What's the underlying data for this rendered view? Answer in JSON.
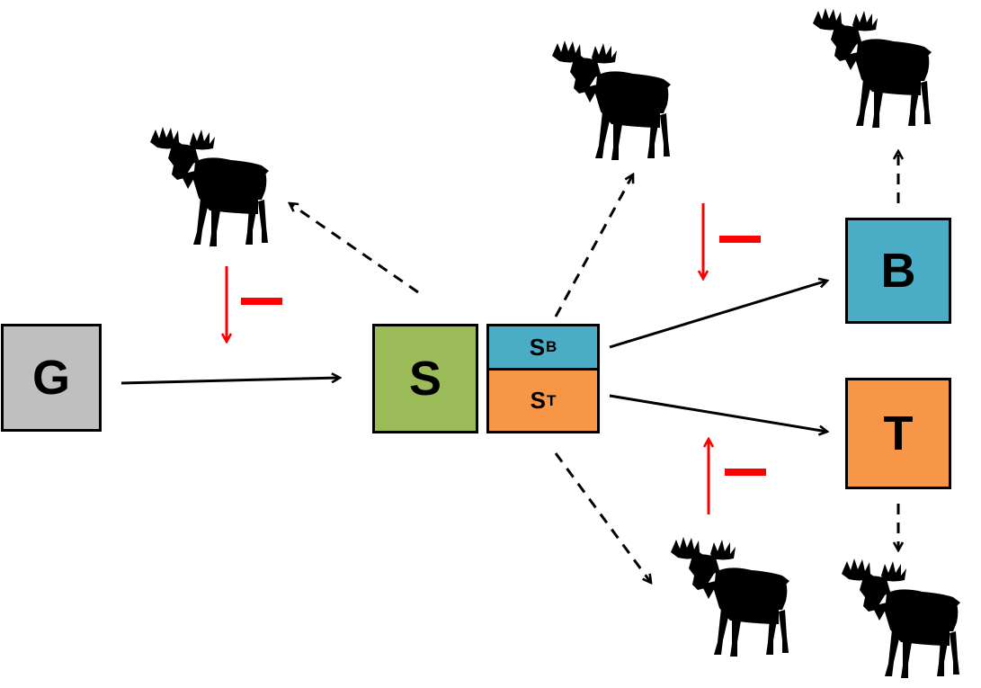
{
  "colors": {
    "G": "#bfbfbf",
    "S": "#9bbb59",
    "B": "#4bacc6",
    "T": "#f79646",
    "inhibition": "#ff0000",
    "arrow": "#000000"
  },
  "nodes": {
    "G": "G",
    "S": "S",
    "B": "B",
    "T": "T"
  },
  "s_split": {
    "top_main": "S",
    "top_sub": "B",
    "bottom_main": "S",
    "bottom_sub": "T"
  },
  "icons": {
    "herbivore": "moose-icon",
    "inhibition_marker": "minus-sign"
  }
}
